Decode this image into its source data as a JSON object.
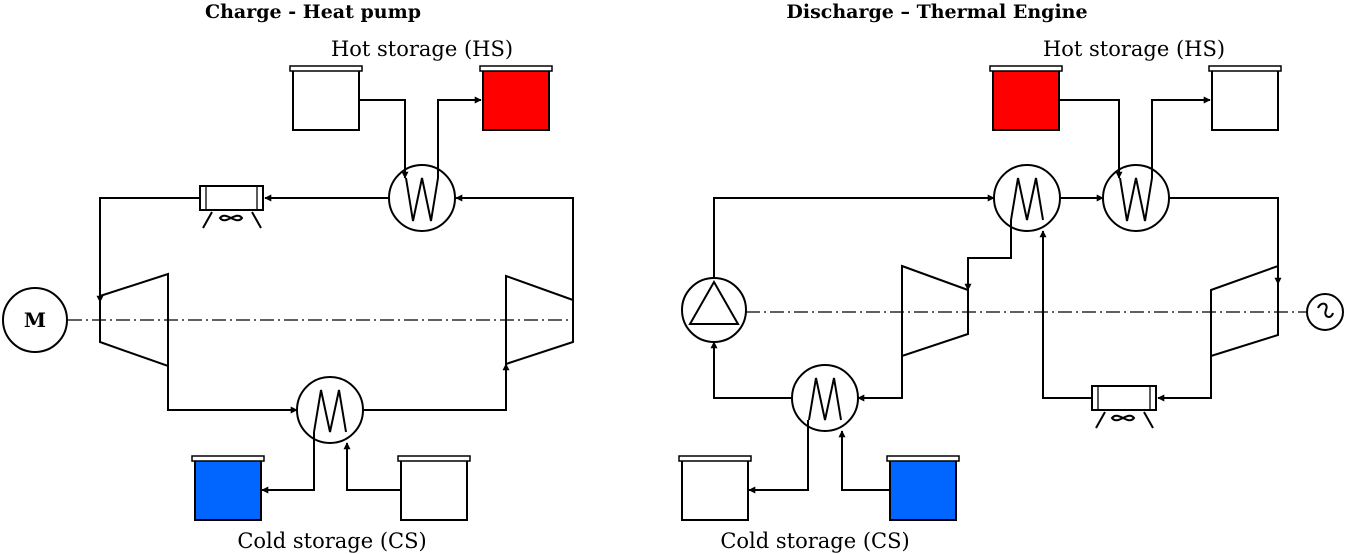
{
  "charge": {
    "title": "Charge - Heat pump",
    "hot_label": "Hot storage (HS)",
    "cold_label": "Cold storage (CS)",
    "motor_label": "M"
  },
  "discharge": {
    "title": "Discharge – Thermal Engine",
    "hot_label": "Hot storage (HS)",
    "cold_label": "Cold storage (CS)"
  },
  "colors": {
    "hot": "#ff0000",
    "cold": "#0066ff",
    "line": "#000000",
    "empty_tank": "#ffffff"
  }
}
